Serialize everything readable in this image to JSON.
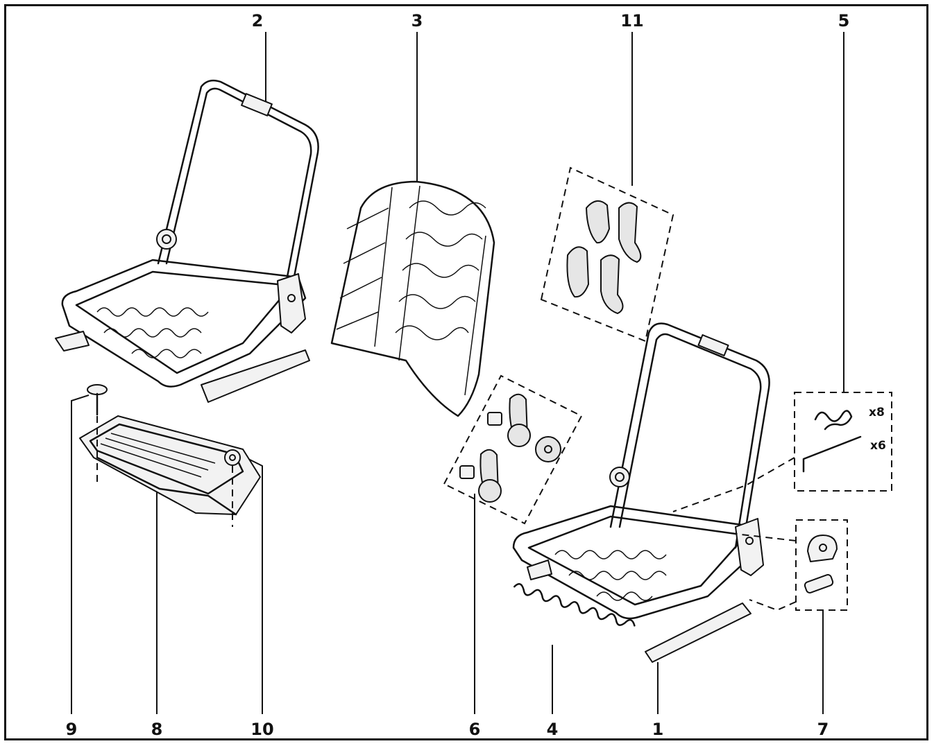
{
  "callouts": {
    "c1": "1",
    "c2": "2",
    "c3": "3",
    "c4": "4",
    "c5": "5",
    "c6": "6",
    "c7": "7",
    "c8": "8",
    "c9": "9",
    "c10": "10",
    "c11": "11"
  },
  "quantities": {
    "clips": "x8",
    "rods": "x6"
  }
}
